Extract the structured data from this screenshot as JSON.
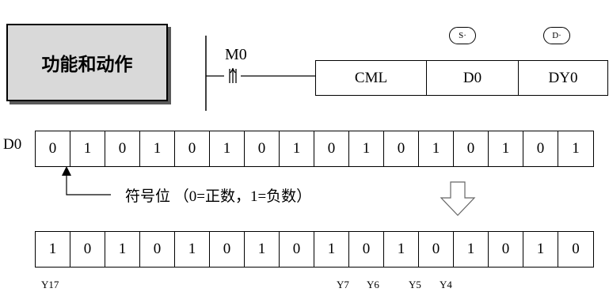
{
  "title": "功能和动作",
  "contact": {
    "label": "M0"
  },
  "instruction": {
    "name": "CML",
    "src": "D0",
    "dst": "DY0"
  },
  "operand_tags": {
    "s": "S·",
    "d": "D·"
  },
  "source_reg": "D0",
  "source_bits": [
    "0",
    "1",
    "0",
    "1",
    "0",
    "1",
    "0",
    "1",
    "0",
    "1",
    "0",
    "1",
    "0",
    "1",
    "0",
    "1"
  ],
  "note": "符号位 （0=正数，1=负数）",
  "result_bits": [
    "1",
    "0",
    "1",
    "0",
    "1",
    "0",
    "1",
    "0",
    "1",
    "0",
    "1",
    "0",
    "1",
    "0",
    "1",
    "0"
  ],
  "output_labels": [
    "Y17",
    "Y7",
    "Y6",
    "Y5",
    "Y4"
  ]
}
